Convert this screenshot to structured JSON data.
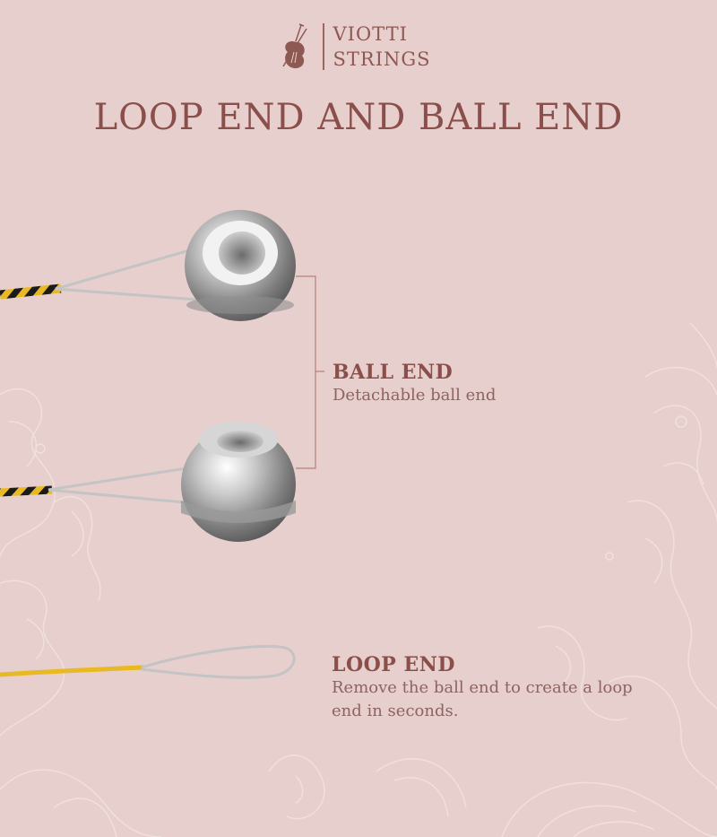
{
  "brand": {
    "line1": "VIOTTI",
    "line2": "STRINGS"
  },
  "title": "LOOP END AND BALL END",
  "ball_end": {
    "heading": "BALL END",
    "description": "Detachable ball end"
  },
  "loop_end": {
    "heading": "LOOP END",
    "description": "Remove the ball end to create a loop end in seconds."
  },
  "colors": {
    "background": "#e7cfcd",
    "text": "#8b4f4b",
    "string_yellow": "#e8b923",
    "metal": "#b9b9b9"
  },
  "icons": [
    "violin-icon"
  ]
}
